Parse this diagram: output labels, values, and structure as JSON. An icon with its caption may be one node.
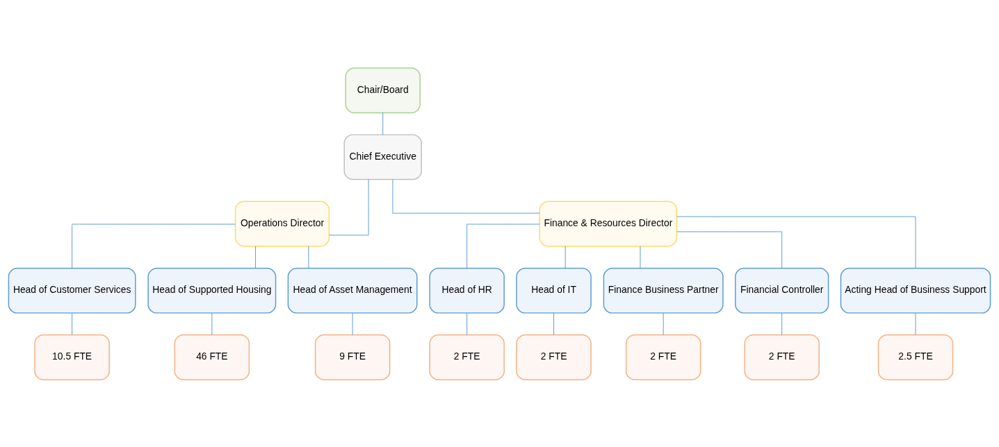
{
  "diagram": {
    "nodes": [
      {
        "text": [
          "Chair/Board"
        ]
      },
      {
        "text": [
          "Chief Executive"
        ]
      },
      {
        "text": [
          "Operations Director"
        ]
      },
      {
        "text": [
          "Finance & Resources Director"
        ]
      },
      {
        "text": [
          "Head of Customer Services"
        ]
      },
      {
        "text": [
          "Head of Supported Housing"
        ]
      },
      {
        "text": [
          "Head of Asset Management"
        ]
      },
      {
        "text": [
          "Head of HR"
        ]
      },
      {
        "text": [
          "Head of IT"
        ]
      },
      {
        "text": [
          "Finance Business Partner"
        ]
      },
      {
        "text": [
          "Financial Controller"
        ]
      },
      {
        "text": [
          "Acting Head of Business Support"
        ]
      },
      {
        "text": [
          "10.5 FTE"
        ]
      },
      {
        "text": [
          "46 FTE"
        ]
      },
      {
        "text": [
          "9 FTE"
        ]
      },
      {
        "text": [
          "2 FTE"
        ]
      },
      {
        "text": [
          "2 FTE"
        ]
      },
      {
        "text": [
          "2 FTE"
        ]
      },
      {
        "text": [
          "2 FTE"
        ]
      },
      {
        "text": [
          "2.5 FTE"
        ]
      }
    ],
    "edges": [
      {
        "from": 0,
        "to": 1,
        "arrow": "none"
      },
      {
        "from": 1,
        "to": 2,
        "arrow": "none"
      },
      {
        "from": 1,
        "to": 3,
        "arrow": "none"
      },
      {
        "from": 2,
        "to": 4,
        "arrow": "none"
      },
      {
        "from": 2,
        "to": 5,
        "arrow": "none"
      },
      {
        "from": 2,
        "to": 6,
        "arrow": "none"
      },
      {
        "from": 3,
        "to": 7,
        "arrow": "none"
      },
      {
        "from": 3,
        "to": 8,
        "arrow": "none"
      },
      {
        "from": 3,
        "to": 9,
        "arrow": "none"
      },
      {
        "from": 3,
        "to": 10,
        "arrow": "none"
      },
      {
        "from": 3,
        "to": 11,
        "arrow": "none"
      },
      {
        "from": 4,
        "to": 12,
        "arrow": "none"
      },
      {
        "from": 5,
        "to": 13,
        "arrow": "none"
      },
      {
        "from": 6,
        "to": 14,
        "arrow": "none"
      },
      {
        "from": 7,
        "to": 15,
        "arrow": "none"
      },
      {
        "from": 8,
        "to": 16,
        "arrow": "none"
      },
      {
        "from": 9,
        "to": 17,
        "arrow": "none"
      },
      {
        "from": 10,
        "to": 18,
        "arrow": "none"
      },
      {
        "from": 11,
        "to": 19,
        "arrow": "none"
      }
    ]
  }
}
